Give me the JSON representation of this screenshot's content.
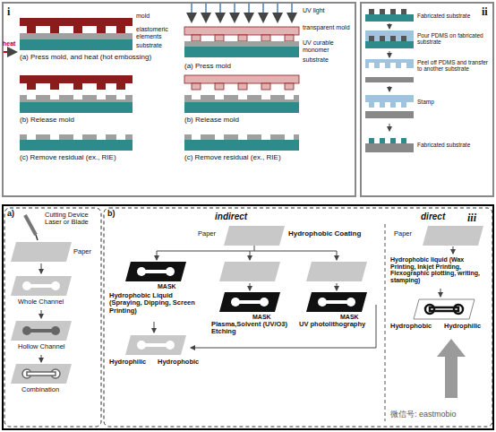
{
  "diagram": {
    "nodes": [
      {
        "text": [
          "i"
        ]
      },
      {
        "text": [
          "ii"
        ]
      },
      {
        "text": [
          "iii"
        ]
      }
    ],
    "labels": [
      "mold",
      "elastomeric elements",
      "substrate",
      "heat",
      "(a) Press mold, and heat (hot embossing)",
      "(b) Release mold",
      "(c) Remove residual (ex., RIE)",
      "UV light",
      "transparent mold",
      "UV curable monomer",
      "substrate",
      "(a) Press mold",
      "(b) Release mold",
      "(c) Remove residual (ex., RIE)",
      "Fabricated substrate",
      "Pour PDMS on fabricated substrate",
      "Peel off PDMS and transfer to another substrate",
      "Stamp",
      "Fabricated substrate",
      "a)",
      "Cutting Device Laser or Blade",
      "Paper",
      "Whole Channel",
      "Hollow Channel",
      "Combination",
      "b)",
      "indirect",
      "direct",
      "Paper",
      "Hydrophobic Coating",
      "MASK",
      "MASK",
      "MASK",
      "Hydrophobic Liquid (Spraying, Dipping, Screen Printing)",
      "Plasma,Solvent (UV/O3) Etching",
      "UV photolithography",
      "Hydrophilic",
      "Hydrophobic",
      "Paper",
      "Hydrophobic liquid (Wax Printing, Inkjet Printing, Flexographic plotting, writing, stamping)",
      "Hydrophobic",
      "Hydrophilic",
      "微信号: eastmobio"
    ]
  }
}
